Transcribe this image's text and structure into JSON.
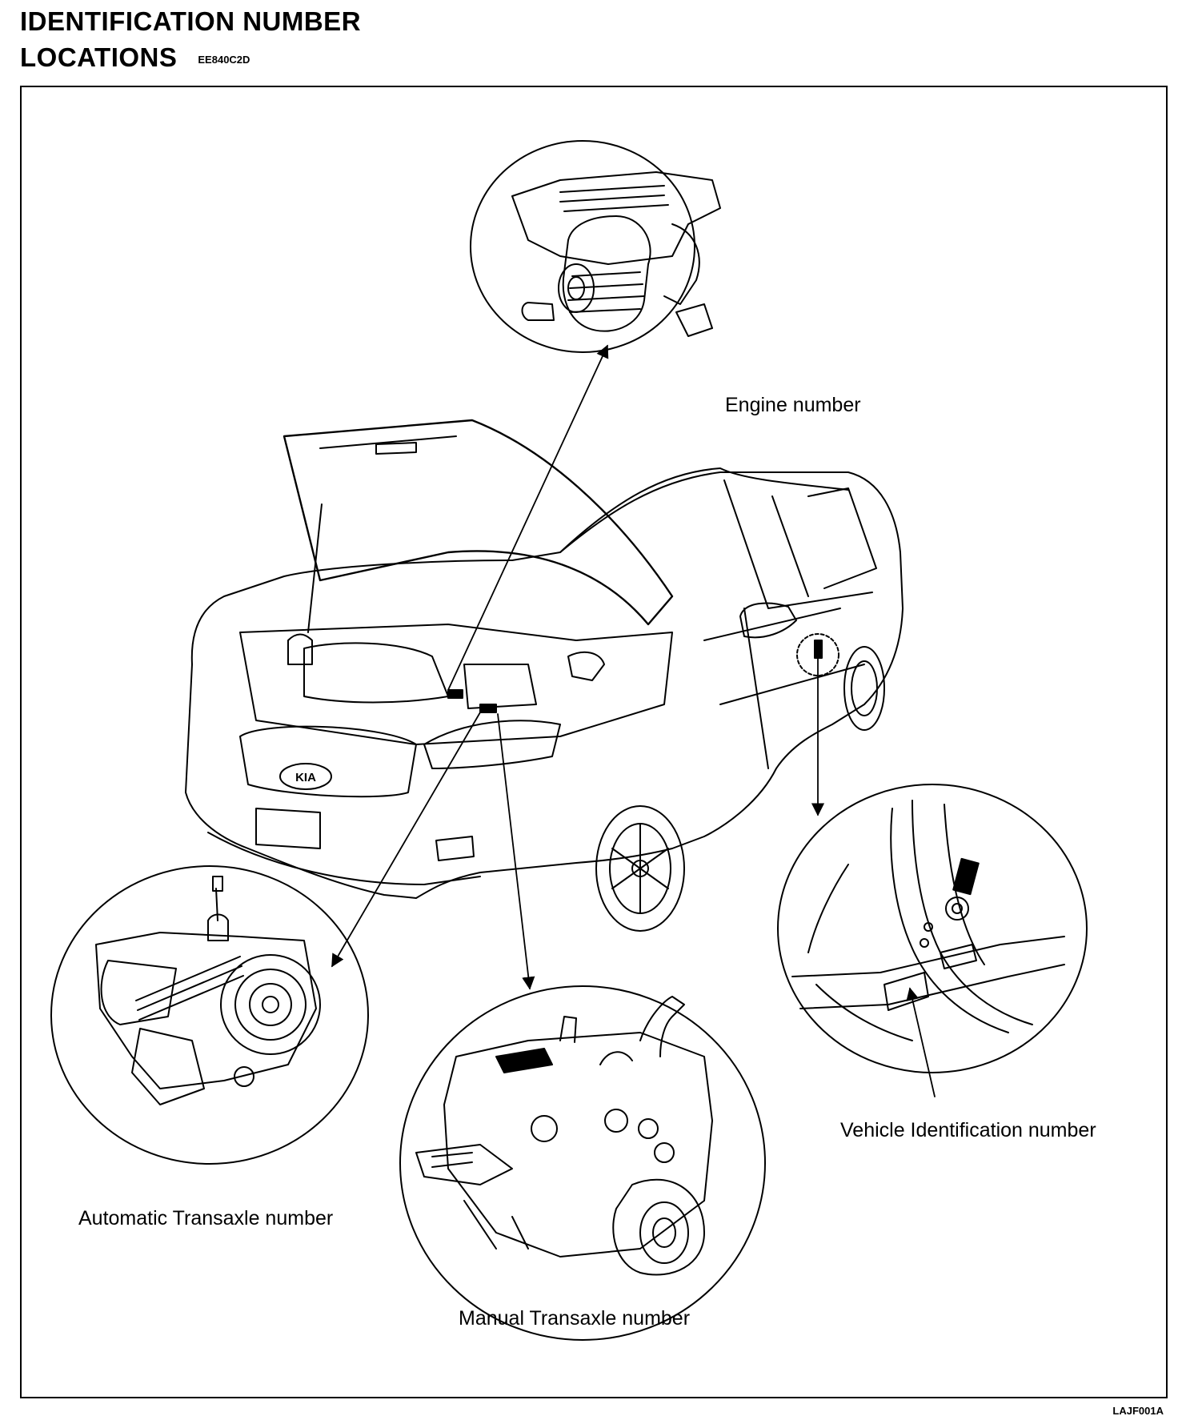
{
  "header": {
    "title_line1": "IDENTIFICATION NUMBER",
    "title_line2": "LOCATIONS",
    "doc_code": "EE840C2D"
  },
  "diagram": {
    "callouts": {
      "engine": "Engine number",
      "vin": "Vehicle Identification number",
      "automatic": "Automatic Transaxle number",
      "manual": "Manual Transaxle number"
    },
    "logo_text": "KIA",
    "figure_id": "LAJF001A"
  }
}
